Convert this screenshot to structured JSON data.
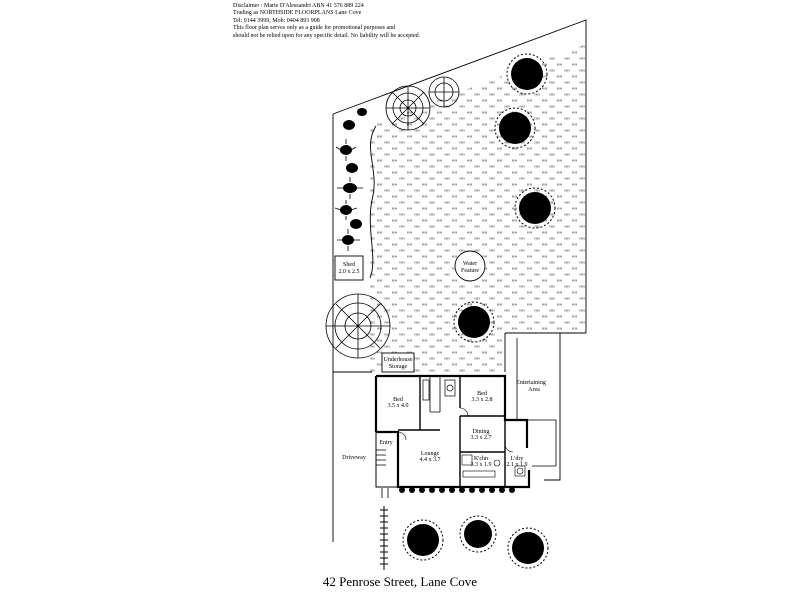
{
  "disclaimer": {
    "line1": "Disclaimer :  Marie D'Alessandri   ABN 41 376 889 224",
    "line2": "Trading as NORTHSIDE FLOORPLANS Lane Cove",
    "line3": "Tel: 9144 3999, Mob: 0404 893 908",
    "line4": "This floor plan serves only as a guide for promotional purposes and",
    "line5": "should not be relied upon for any specific detail.  No liability will be accepted."
  },
  "caption": "42 Penrose Street, Lane Cove",
  "labels": {
    "shed_name": "Shed",
    "shed_size": "2.0 x 2.5",
    "water_1": "Water",
    "water_2": "Feature",
    "under_1": "Underhouse",
    "under_2": "Storage",
    "bed1_name": "Bed",
    "bed1_size": "3.5 x 4.0",
    "bed2_name": "Bed",
    "bed2_size": "3.3 x 2.8",
    "entertaining_1": "Entertaining",
    "entertaining_2": "Area",
    "dining_name": "Dining",
    "dining_size": "3.3 x 2.7",
    "lounge_name": "Lounge",
    "lounge_size": "4.4 x 3.7",
    "kitchen_name": "K'chn",
    "kitchen_size": "3.3 x 1.9",
    "laundry_name": "L'dry",
    "laundry_size": "2.1 x 1.9",
    "entry": "Entry",
    "driveway": "Driveway"
  }
}
